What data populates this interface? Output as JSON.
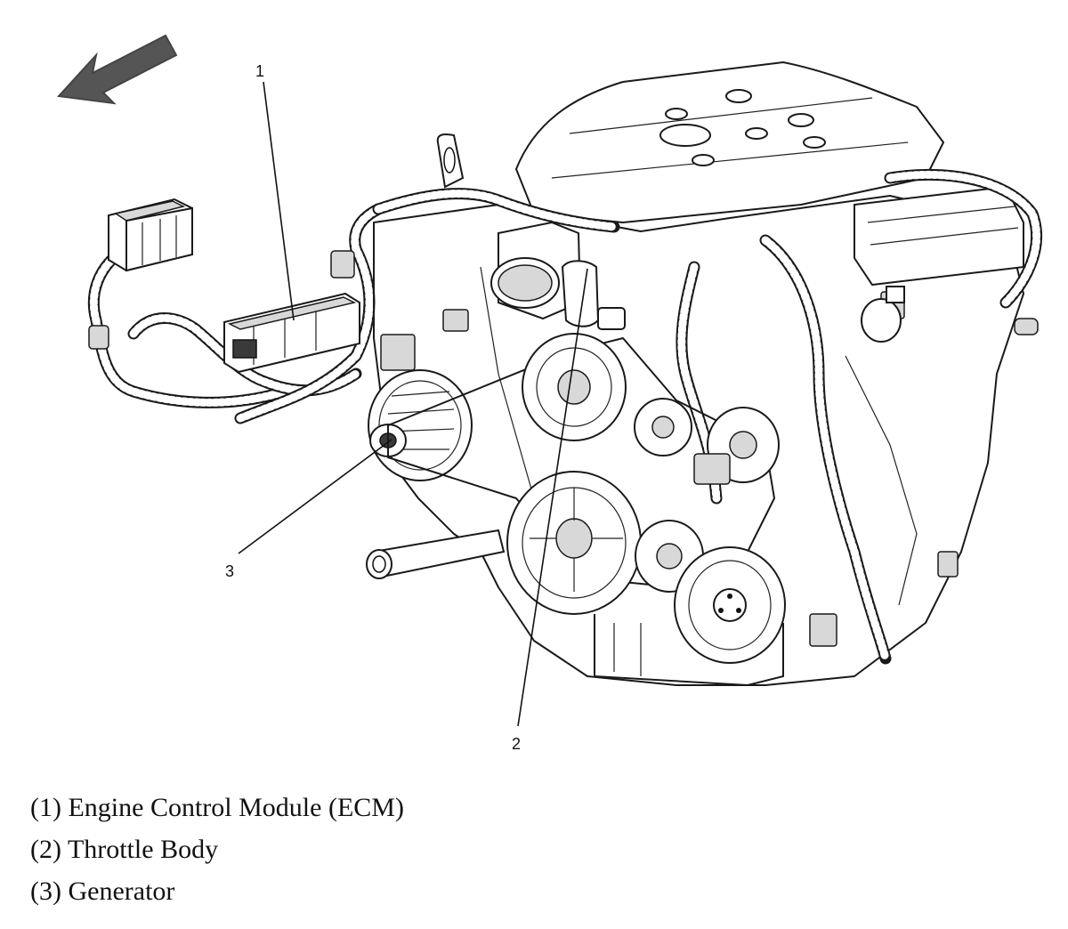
{
  "diagram": {
    "callouts": [
      {
        "number": "1"
      },
      {
        "number": "2"
      },
      {
        "number": "3"
      }
    ],
    "icons": {
      "direction_arrow": "front-direction-arrow-icon"
    }
  },
  "legend": [
    {
      "text": "(1) Engine Control Module (ECM)"
    },
    {
      "text": "(2) Throttle Body"
    },
    {
      "text": "(3) Generator"
    }
  ]
}
